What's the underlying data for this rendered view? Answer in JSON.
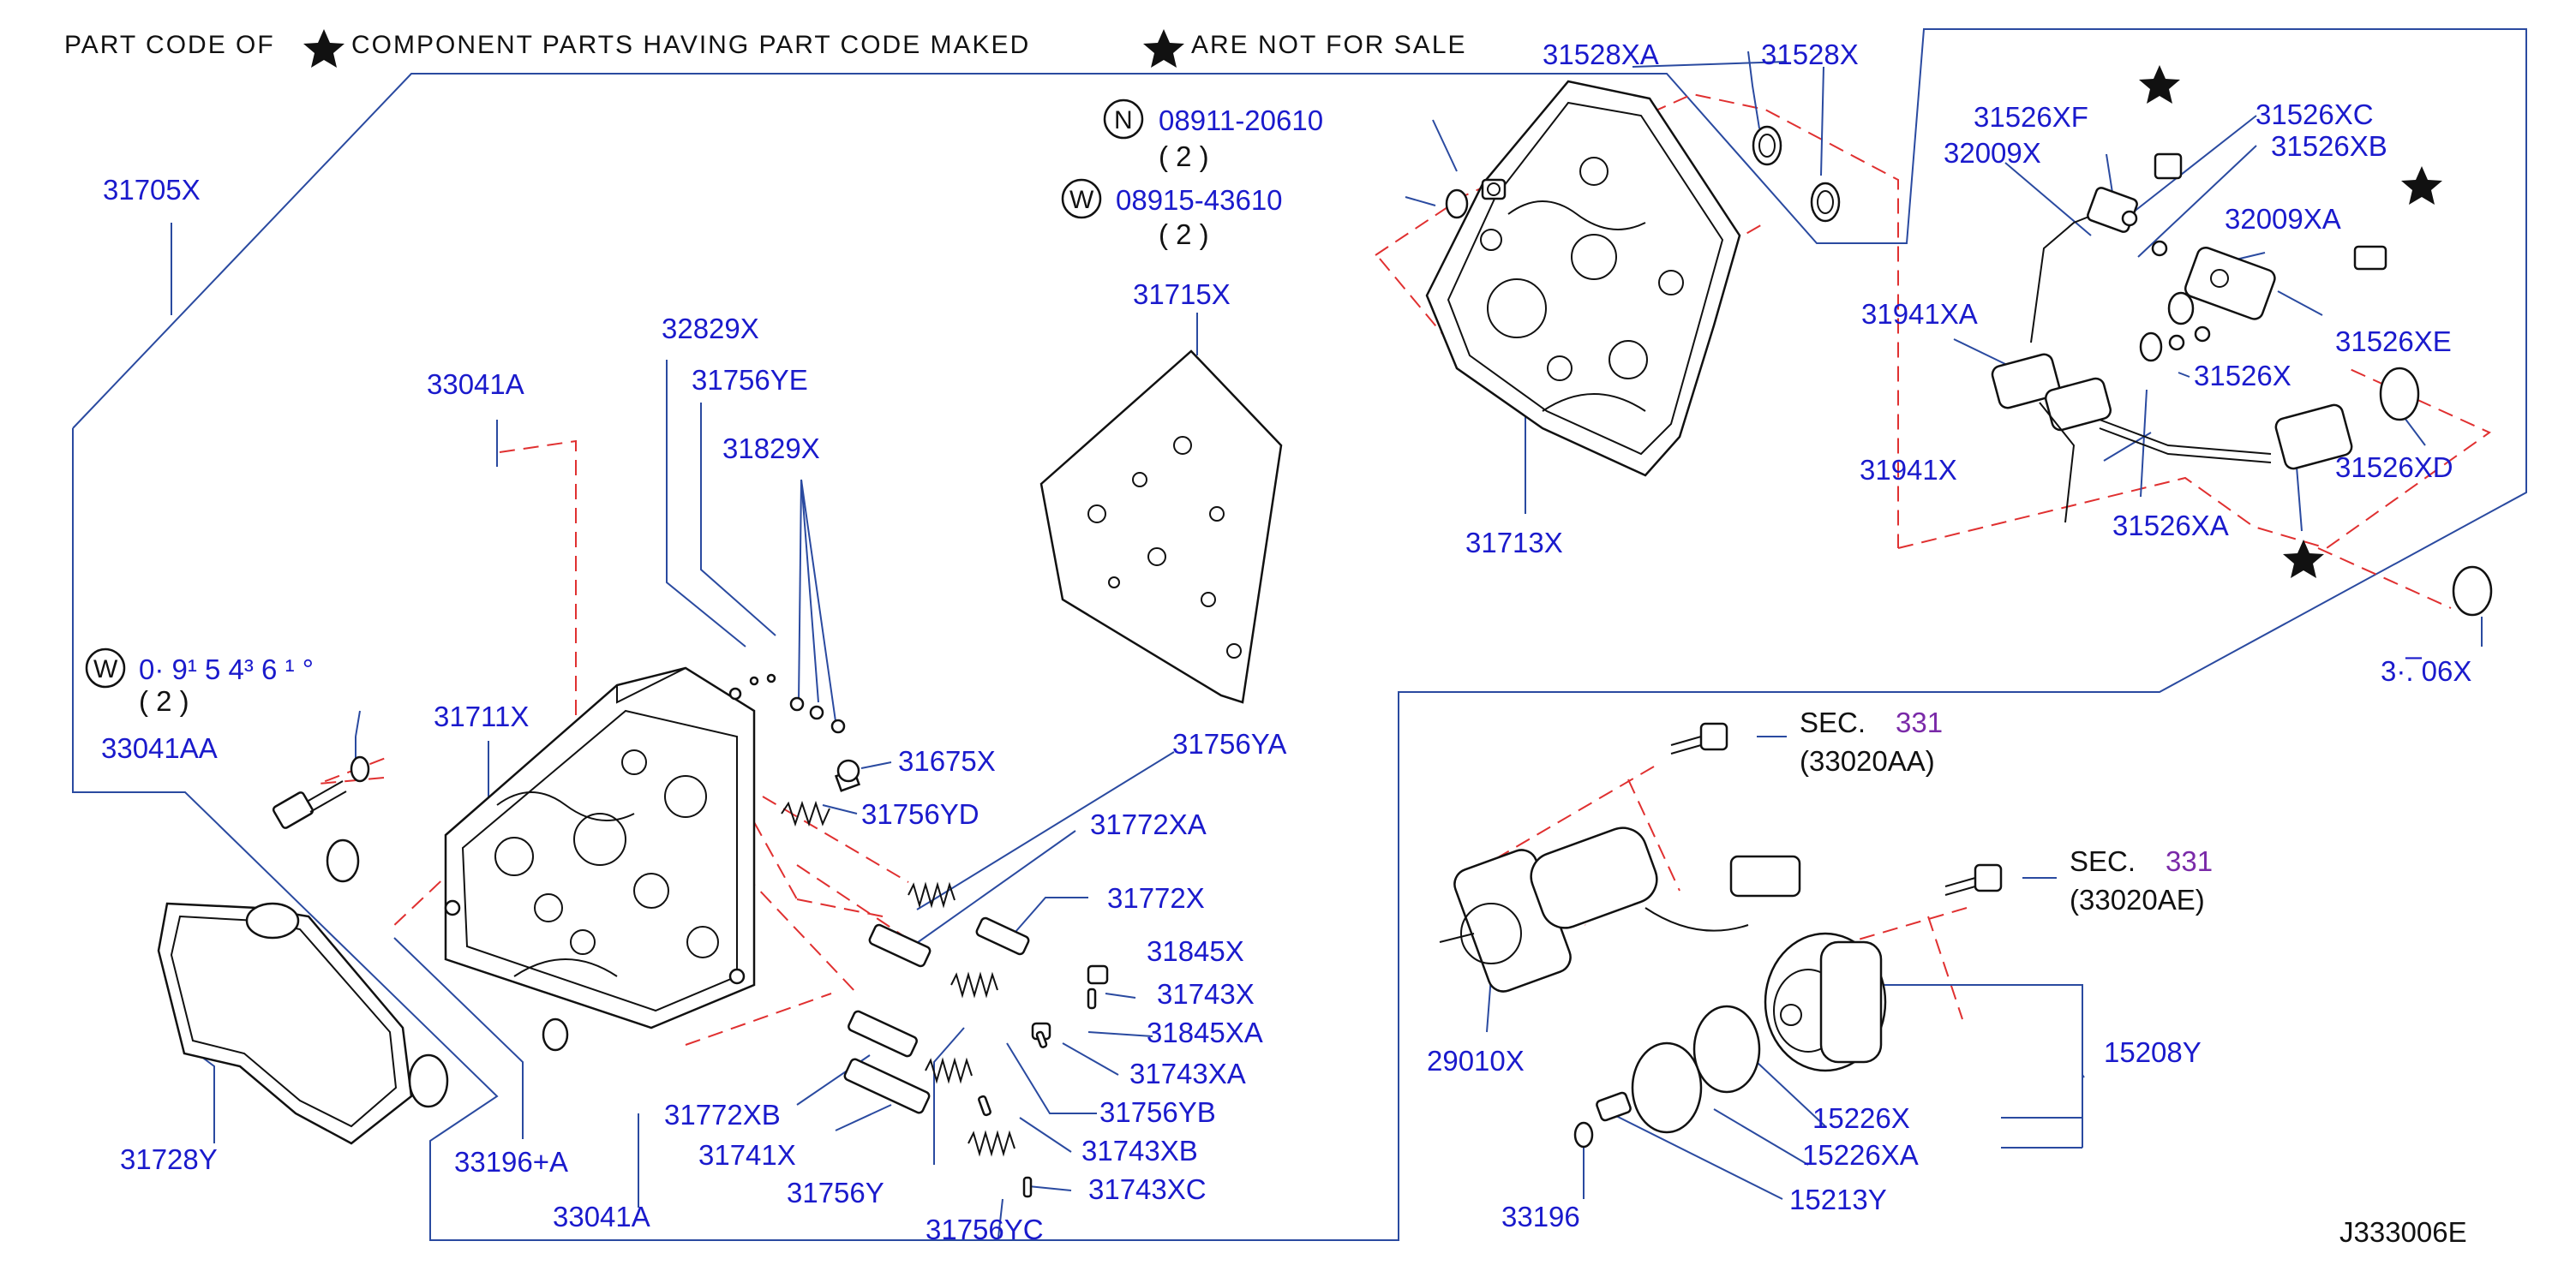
{
  "header": {
    "note_part1": "PART CODE OF",
    "note_part2": "COMPONENT PARTS HAVING PART CODE MAKED",
    "note_part3": "ARE NOT FOR SALE"
  },
  "fasteners": [
    {
      "symbol": "N",
      "code": "08911-20610",
      "qty": "( 2 )"
    },
    {
      "symbol": "W",
      "code": "08915-43610",
      "qty": "( 2 )"
    },
    {
      "symbol": "W",
      "code": "0· 9¹ 5 4³ 6 ¹ °",
      "qty": "( 2 )"
    }
  ],
  "labels": {
    "p31705X": "31705X",
    "p33041A_top": "33041A",
    "p32829X": "32829X",
    "p31756YE": "31756YE",
    "p31829X": "31829X",
    "p31711X": "31711X",
    "p33041AA": "33041AA",
    "p31675X": "31675X",
    "p31756YD": "31756YD",
    "p31756YA": "31756YA",
    "p31772XA": "31772XA",
    "p31772X": "31772X",
    "p31845X": "31845X",
    "p31743X": "31743X",
    "p31845XA": "31845XA",
    "p31743XA": "31743XA",
    "p31756YB": "31756YB",
    "p31743XB": "31743XB",
    "p31743XC": "31743XC",
    "p31756YC": "31756YC",
    "p31756Y": "31756Y",
    "p31741X": "31741X",
    "p31772XB": "31772XB",
    "p33041A_bot": "33041A",
    "p33196A": "33196+A",
    "p31728Y": "31728Y",
    "p31715X": "31715X",
    "p31528XA": "31528XA",
    "p31528X": "31528X",
    "p31713X": "31713X",
    "p31526XF": "31526XF",
    "p32009X": "32009X",
    "p31526XC": "31526XC",
    "p31526XB": "31526XB",
    "p32009XA": "32009XA",
    "p31941XA": "31941XA",
    "p31526XE": "31526XE",
    "p31526X": "31526X",
    "p31941X": "31941X",
    "p31526XD": "31526XD",
    "p31526XA": "31526XA",
    "p31506X": "3·.̅ 06X",
    "p29010X": "29010X",
    "p15226X": "15226X",
    "p15208Y": "15208Y",
    "p15226XA": "15226XA",
    "p33196": "33196",
    "p15213Y": "15213Y"
  },
  "sections": [
    {
      "prefix": "SEC.",
      "number": "331",
      "ref": "(33020AA)"
    },
    {
      "prefix": "SEC.",
      "number": "331",
      "ref": "(33020AE)"
    }
  ],
  "diagram_code": "J333006E"
}
